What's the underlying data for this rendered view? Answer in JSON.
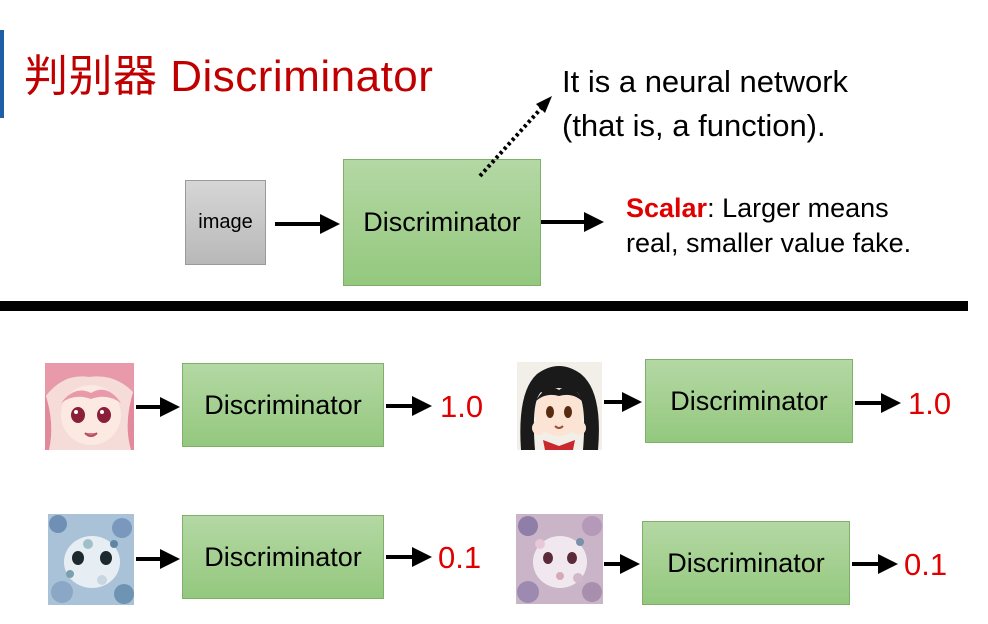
{
  "title": "判别器 Discriminator",
  "note": {
    "line1": "It is a neural network",
    "line2": "(that is, a function)."
  },
  "input_label": "image",
  "discriminator_label": "Discriminator",
  "output": {
    "bold": "Scalar",
    "rest_line1": ": Larger means",
    "line2": "real, smaller value fake."
  },
  "examples": [
    {
      "label": "Discriminator",
      "score": "1.0",
      "image": "anime-face-pink-hair"
    },
    {
      "label": "Discriminator",
      "score": "1.0",
      "image": "anime-face-black-hair"
    },
    {
      "label": "Discriminator",
      "score": "0.1",
      "image": "noisy-generated-face-blue"
    },
    {
      "label": "Discriminator",
      "score": "0.1",
      "image": "noisy-generated-face-pink"
    }
  ],
  "colors": {
    "title": "#c00000",
    "accent_bar": "#1f5fa8",
    "box_fill": "#a9d18e",
    "score": "#e00000"
  }
}
